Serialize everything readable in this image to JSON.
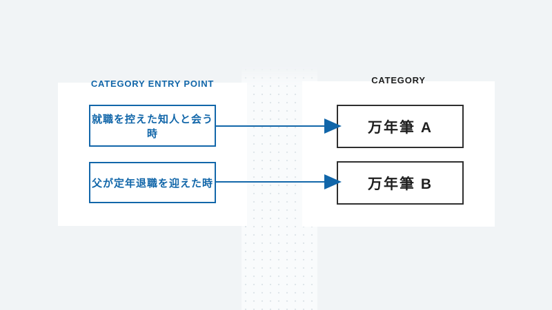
{
  "diagram": {
    "left_panel": {
      "header": "CATEGORY ENTRY POINT",
      "items": [
        {
          "label": "就職を控えた知人と会う時"
        },
        {
          "label": "父が定年退職を迎えた時"
        }
      ]
    },
    "right_panel": {
      "header": "CATEGORY",
      "items": [
        {
          "label": "万年筆 A"
        },
        {
          "label": "万年筆 B"
        }
      ]
    },
    "connectors": [
      {
        "from": "就職を控えた知人と会う時",
        "to": "万年筆 A",
        "direction": "right"
      },
      {
        "from": "父が定年退職を迎えた時",
        "to": "万年筆 B",
        "direction": "right"
      }
    ],
    "colors": {
      "accent_blue": "#1166a9",
      "text_dark": "#1f1f1f",
      "category_border": "#2e2e2e",
      "panel_background": "#ffffff",
      "page_background": "#f1f4f6",
      "dot_band_background": "#f9fbfc",
      "dot_color": "#dfe6ea"
    }
  }
}
